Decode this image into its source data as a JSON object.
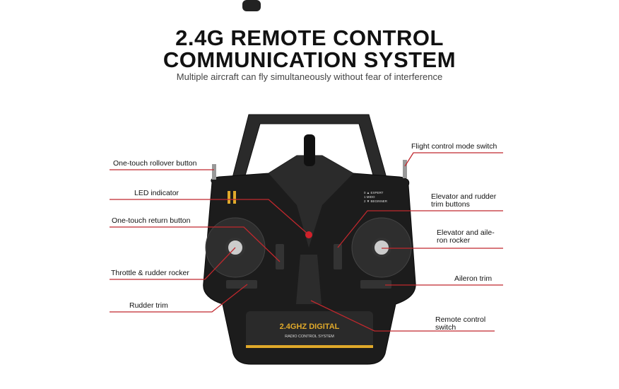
{
  "header": {
    "title_line1": "2.4G REMOTE CONTROL",
    "title_line2": "COMMUNICATION SYSTEM",
    "subtitle": "Multiple aircraft can fly simultaneously without fear of interference"
  },
  "labels": {
    "rollover": "One-touch rollover button",
    "led": "LED indicator",
    "return": "One-touch return button",
    "throttle": "Throttle & rudder rocker",
    "rudder_trim": "Rudder trim",
    "mode_switch": "Flight control mode switch",
    "trim_buttons_1": "Elevator and rudder",
    "trim_buttons_2": "trim buttons",
    "elevator_rocker_1": "Elevator and aile-",
    "elevator_rocker_2": "ron rocker",
    "aileron_trim": "Aileron trim",
    "power_switch_1": "Remote control",
    "power_switch_2": "switch"
  },
  "controller": {
    "mode_labels": [
      "0 ▲ EXPERT",
      "1   MIDO",
      "2 ▼ BEGINNER"
    ],
    "brand_line1": "2.4GHZ DIGITAL",
    "brand_line2": "RADIO CONTROL SYSTEM"
  },
  "colors": {
    "line": "#c0282d",
    "body": "#1c1c1c",
    "accent": "#e0a92a"
  }
}
